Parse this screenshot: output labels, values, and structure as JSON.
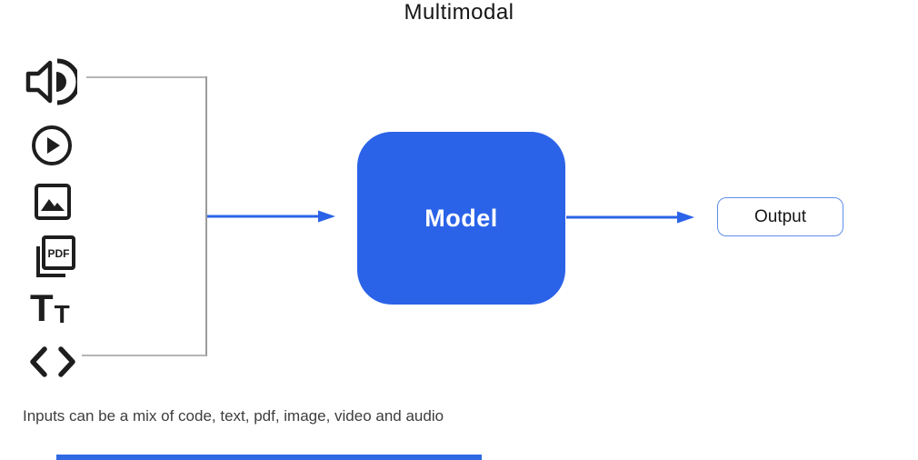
{
  "title": "Multimodal",
  "colors": {
    "accent_blue": "#2b63e8",
    "output_border_blue": "#5f8fe8",
    "icon_dark": "#1e1e1e",
    "bracket_gray": "#b5b5b5",
    "caption_gray": "#3d3d3d"
  },
  "inputs": {
    "icons": [
      {
        "name": "audio-icon"
      },
      {
        "name": "video-icon"
      },
      {
        "name": "image-icon"
      },
      {
        "name": "pdf-icon"
      },
      {
        "name": "text-icon"
      },
      {
        "name": "code-icon"
      }
    ],
    "pdf_icon_text": "PDF",
    "text_icon_glyph_large": "T",
    "text_icon_glyph_small": "T"
  },
  "model": {
    "label": "Model"
  },
  "output": {
    "label": "Output"
  },
  "caption": "Inputs can be a mix of code, text, pdf, image, video and audio"
}
